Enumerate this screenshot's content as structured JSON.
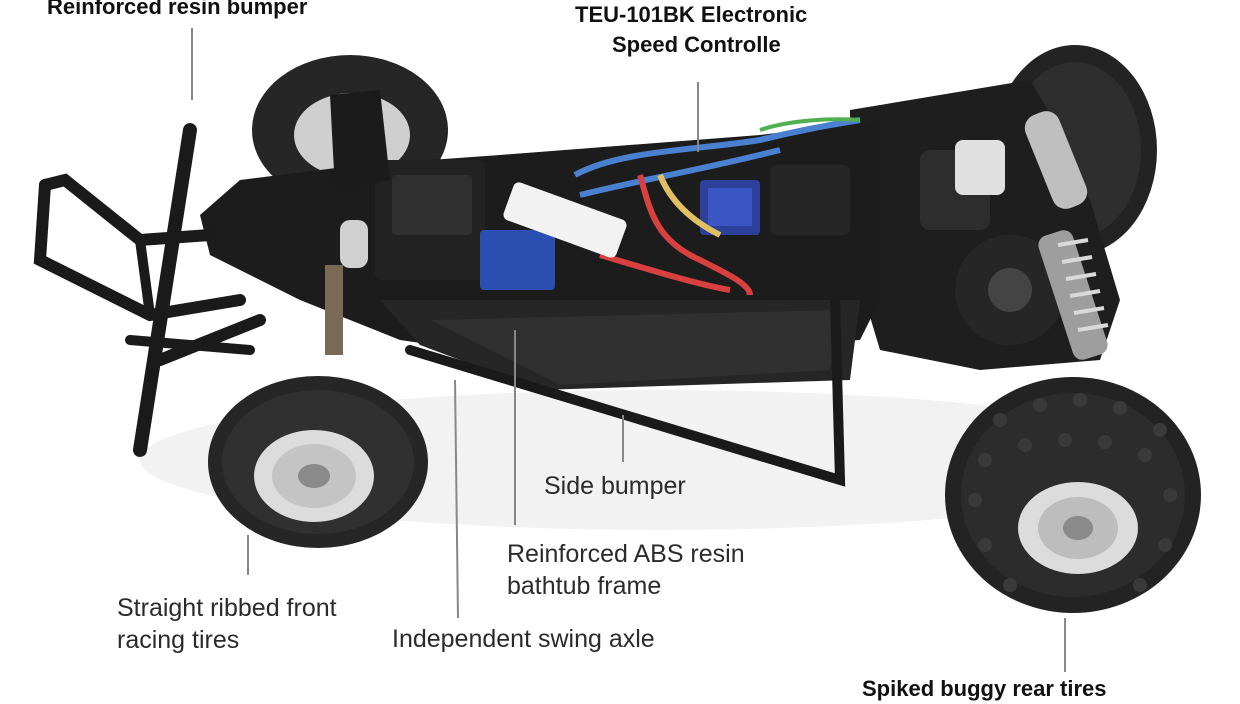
{
  "labels": {
    "bumper": "Reinforced resin bumper",
    "esc": [
      "TEU-101BK Electronic",
      "Speed Controlle"
    ],
    "side_bumper": "Side bumper",
    "frame": [
      "Reinforced  ABS resin",
      "bathtub frame"
    ],
    "front_tires": [
      "Straight ribbed front",
      "racing tires"
    ],
    "swing_axle": "Independent swing axle",
    "rear_tires": "Spiked buggy rear tires"
  },
  "colors": {
    "chassis": "#1c1c1c",
    "tire": "#262626",
    "wheel": "#d8d8d8",
    "esc_board": "#2c3f9a",
    "battery_connector": "#f2f2f2"
  }
}
